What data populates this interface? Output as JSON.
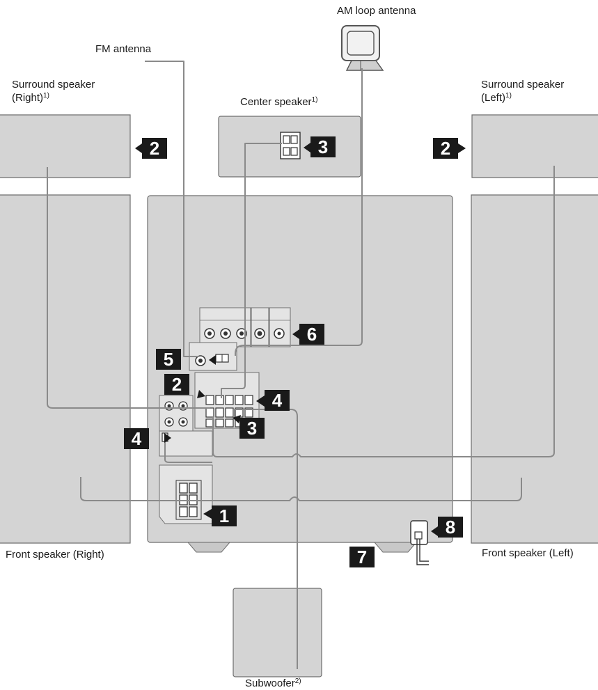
{
  "labels": {
    "am_antenna": "AM loop antenna",
    "fm_antenna": "FM antenna",
    "surround_right_line1": "Surround speaker",
    "surround_right_line2": "(Right)",
    "surround_right_note": "1)",
    "center": "Center speaker",
    "center_note": "1)",
    "surround_left_line1": "Surround speaker",
    "surround_left_line2": "(Left)",
    "surround_left_note": "1)",
    "front_right": "Front speaker (Right)",
    "front_left": "Front speaker (Left)",
    "subwoofer": "Subwoofer",
    "subwoofer_note": "2)"
  },
  "callouts": {
    "surround_right": "2",
    "center": "3",
    "surround_left": "2",
    "antenna_jack": "6",
    "fm_jack": "5",
    "surround_terminals": "2",
    "center_terminals": "4",
    "center_terminals_lower": "3",
    "sub_connector": "4",
    "front_terminals": "1",
    "power_cord": "8",
    "foot": "7"
  },
  "colors": {
    "panel": "#d4d4d4",
    "panel_border": "#6e6e6e",
    "cable": "#8a8a8a",
    "callout_bg": "#1a1a1a"
  }
}
